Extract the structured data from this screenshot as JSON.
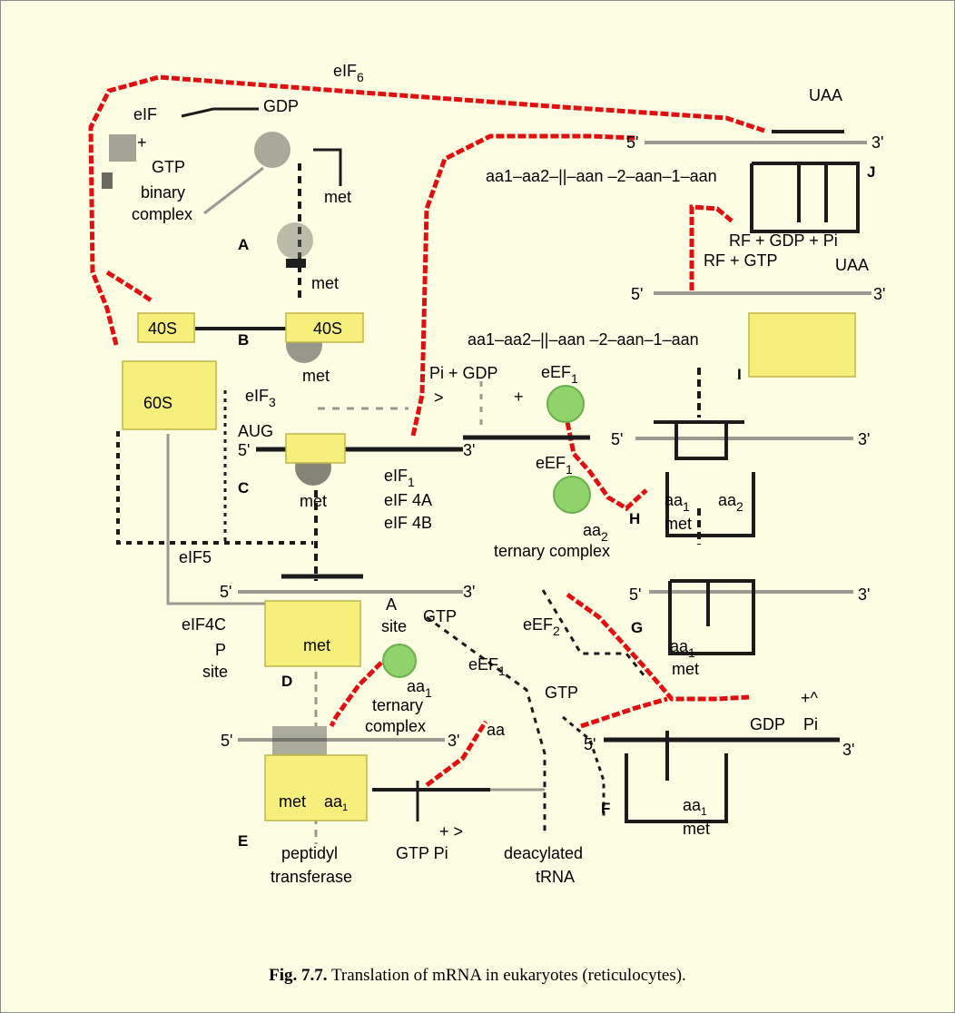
{
  "steps": [
    "A",
    "B",
    "C",
    "D",
    "E",
    "F",
    "G",
    "H",
    "I",
    "J"
  ],
  "labels": {
    "eif6": "eIF",
    "eif6_sub": "6",
    "eif": "eIF",
    "plus1": "+",
    "gdp_top": "GDP",
    "gtp_top": "GTP",
    "binary": "binary",
    "complex": "complex",
    "met_a": "met",
    "met_b": "met",
    "met_c": "met",
    "met_c2": "met",
    "s40_left": "40S",
    "s40_right": "40S",
    "s60": "60S",
    "eif3": "eIF",
    "eif3_sub": "3",
    "aug": "AUG",
    "five_c": "5'",
    "three_c": "3'",
    "eif1": "eIF",
    "eif1_sub": "1",
    "eif4a": "eIF 4A",
    "eif4b": "eIF 4B",
    "eif5": "eIF5",
    "eif4c": "eIF4C",
    "p_site_p": "P",
    "p_site_s": "site",
    "a_site_a": "A",
    "a_site_s": "site",
    "five_d": "5'",
    "three_d": "3'",
    "met_d": "met",
    "gtp_d": "GTP",
    "eef1_d": "eEF",
    "eef1_d_sub": "1",
    "aa1_d": "aa",
    "aa1_d_sub": "1",
    "ternary_d1": "ternary",
    "ternary_d2": "complex",
    "aa_d": "aa",
    "five_e": "5'",
    "three_e": "3'",
    "met_e": "met",
    "aa1_e": "aa",
    "aa1_e_sub": "1",
    "plus_gt": "+ >",
    "gtp_pi": "GTP Pi",
    "peptidyl": "peptidyl",
    "transferase": "transferase",
    "deacylated": "deacylated",
    "trna": "tRNA",
    "five_f": "5'",
    "three_f": "3'",
    "aa1_f": "aa",
    "aa1_f_sub": "1",
    "met_f": "met",
    "eef2": "eEF",
    "eef2_sub": "2",
    "gtp_g": "GTP",
    "five_g": "5'",
    "three_g": "3'",
    "aa1_g": "aa",
    "aa1_g_sub": "1",
    "met_g": "met",
    "plus_caret": "+^",
    "gdp_g": "GDP",
    "pi_g": "Pi",
    "pi_gdp": "Pi + GDP",
    "gt_h": ">",
    "plus_h": "+",
    "eef1_h_top": "eEF",
    "eef1_h_top_sub": "1",
    "eef1_h": "eEF",
    "eef1_h_sub": "1",
    "aa2_h": "aa",
    "aa2_h_sub": "2",
    "ternary_h": "ternary complex",
    "five_h": "5'",
    "three_h": "3'",
    "aa1_h": "aa",
    "aa1_h_sub": "1",
    "met_h": "met",
    "aa2_h2": "aa",
    "aa2_h2_sub": "2",
    "seq_i": "aa1–aa2–||–aan –2–aan–1–aan",
    "five_i": "5'",
    "three_i": "3'",
    "uaa_i": "UAA",
    "rf_gtp": "RF + GTP",
    "rf_gdp_pi": "RF + GDP + Pi",
    "seq_j": "aa1–aa2–||–aan –2–aan–1–aan",
    "five_j": "5'",
    "three_j": "3'",
    "uaa_j": "UAA"
  },
  "caption": {
    "label": "Fig. 7.7.",
    "text": " Translation of mRNA in eukaryotes (reticulocytes)."
  },
  "colors": {
    "background": "#fdfde4",
    "subunit_box": "#f7ef7c",
    "arrow_red": "#e01010",
    "factor_green": "#8fd36a"
  }
}
